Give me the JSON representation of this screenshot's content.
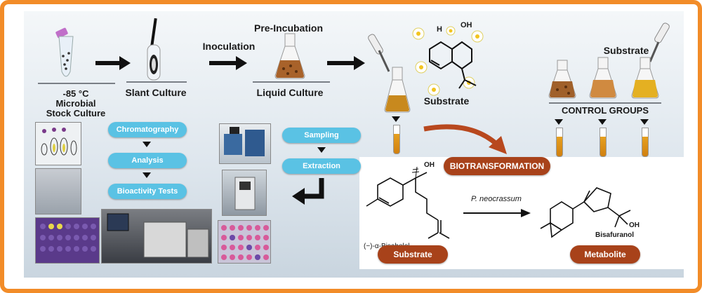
{
  "labels": {
    "stock_temp": "-85 °C",
    "stock_line2": "Microbial",
    "stock_line3": "Stock Culture",
    "slant": "Slant Culture",
    "inoculation": "Inoculation",
    "pre_incubation": "Pre-Incubation",
    "liquid": "Liquid Culture",
    "substrate_top": "Substrate",
    "substrate_right": "Substrate",
    "control_groups": "CONTROL GROUPS"
  },
  "pipeline_left": [
    "Chromatography",
    "Analysis",
    "Bioactivity Tests"
  ],
  "pipeline_mid": [
    "Sampling",
    "Extraction"
  ],
  "biotransformation": "BIOTRANSFORMATION",
  "reaction": {
    "substrate_name": "(−)-α-Bisabolol",
    "substrate_badge": "Substrate",
    "organism": "P. neocrassum",
    "product_name": "Bisafuranol",
    "product_badge": "Metabolite",
    "oh_top": "OH",
    "oh_product": "OH",
    "h_label": "H"
  },
  "molecule_top": {
    "oh": "OH",
    "h": "H"
  },
  "colors": {
    "frame": "#f28c28",
    "pill": "#5ac2e4",
    "badge": "#a8421a",
    "culture": "#d98a1e",
    "arrow_red": "#b8481e"
  }
}
